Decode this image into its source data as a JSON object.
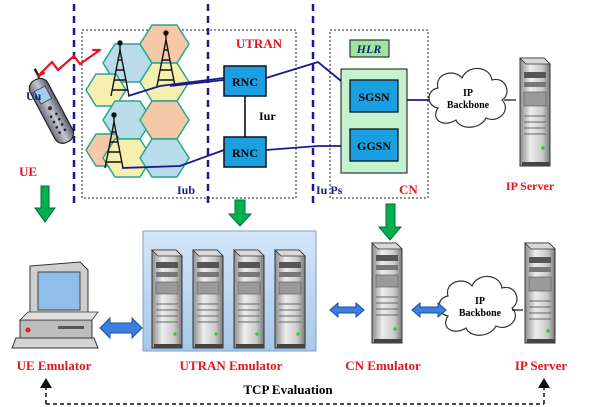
{
  "colors": {
    "red": "#e8131d",
    "navy": "#1a1a8c",
    "teal": "#2aa58c",
    "box_blue": "#1aa0e0",
    "cell_blue": "#b8dcea",
    "cell_yellow": "#f6f0b0",
    "cell_orange": "#f5c9a8",
    "green": "#00b050",
    "green_light": "#c4f2cf",
    "hlr_fill": "#9be79b",
    "band": "#bcd6f0",
    "arrow_blue": "#3d7fe0"
  },
  "labels": {
    "utran": "UTRAN",
    "hlr": "HLR",
    "rnc_top": "RNC",
    "rnc_bottom": "RNC",
    "sgsn": "SGSN",
    "ggsn": "GGSN",
    "uu": "Uu",
    "iur": "Iur",
    "iub": "Iub",
    "iu_ps": "Iu Ps",
    "cn": "CN",
    "ue": "UE",
    "ip_backbone_top_1": "IP",
    "ip_backbone_top_2": "Backbone",
    "ip_server_top": "IP Server",
    "ip_backbone_bottom_1": "IP",
    "ip_backbone_bottom_2": "Backbone",
    "ue_emulator": "UE Emulator",
    "utran_emulator": "UTRAN Emulator",
    "cn_emulator": "CN Emulator",
    "ip_server_bottom": "IP Server",
    "tcp_evaluation": "TCP Evaluation"
  },
  "icons": {
    "antenna": "antenna-tower-icon",
    "phone": "mobile-phone-icon",
    "server": "server-rack-icon",
    "computer": "desktop-computer-icon",
    "cloud": "cloud-icon"
  }
}
